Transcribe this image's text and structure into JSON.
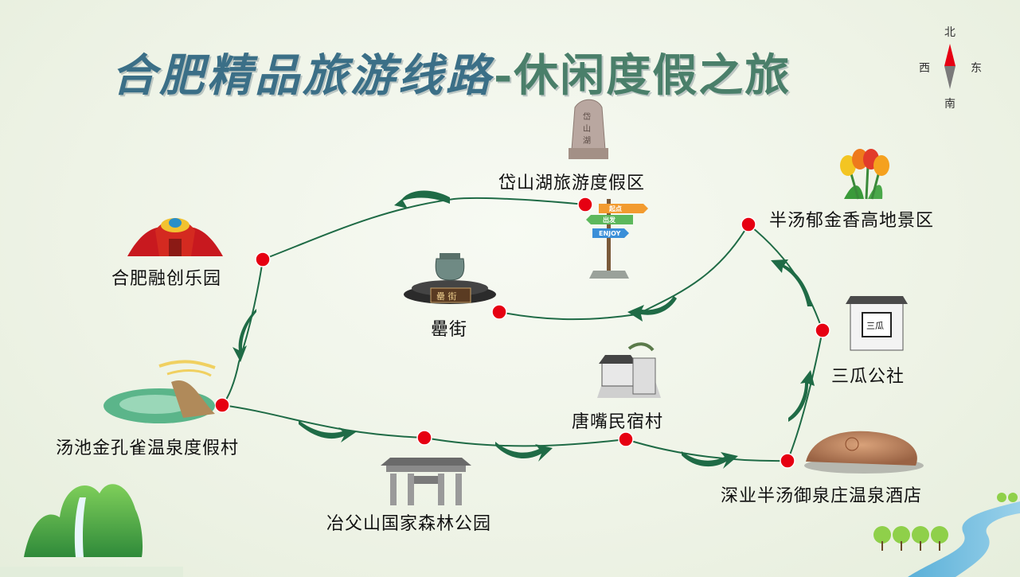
{
  "title": {
    "main": "合肥精品旅游线路",
    "dash": "-",
    "sub": "休闲度假之旅"
  },
  "compass": {
    "north": "北",
    "south": "南",
    "east": "东",
    "west": "西"
  },
  "stops": [
    {
      "id": "daishanhu",
      "name": "岱山湖旅游度假区"
    },
    {
      "id": "rongchuang",
      "name": "合肥融创乐园"
    },
    {
      "id": "leijie",
      "name": "罍街"
    },
    {
      "id": "yujinxiang",
      "name": "半汤郁金香高地景区"
    },
    {
      "id": "sangua",
      "name": "三瓜公社"
    },
    {
      "id": "tangchi",
      "name": "汤池金孔雀温泉度假村"
    },
    {
      "id": "tangzui",
      "name": "唐嘴民宿村"
    },
    {
      "id": "yefushan",
      "name": "冶父山国家森林公园"
    },
    {
      "id": "shenye",
      "name": "深业半汤御泉庄温泉酒店"
    }
  ],
  "signpost": {
    "board1": "起点",
    "board2": "出发",
    "board3": "ENJOY"
  },
  "icons": {
    "start": "signpost-icon",
    "daishanhu": "stone-stele-icon",
    "rongchuang": "red-gate-icon",
    "leijie": "bronze-vessel-icon",
    "yujinxiang": "tulip-icon",
    "sangua": "white-wall-gate-icon",
    "tangchi": "hot-spring-icon",
    "tangzui": "village-house-icon",
    "yefushan": "stone-archway-icon",
    "shenye": "engraved-rock-icon"
  },
  "colors": {
    "route": "#1f6b46",
    "marker": "#e60012",
    "title": "#3b6f87",
    "compass_north": "#e60012",
    "compass_south": "#777777"
  }
}
